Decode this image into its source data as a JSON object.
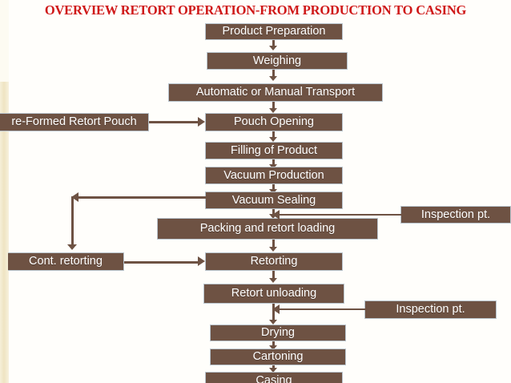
{
  "page": {
    "title": "OVERVIEW RETORT OPERATION-FROM PRODUCTION TO CASING",
    "title_color": "#cf1818",
    "box_fill": "#6e5243",
    "box_border": "#b9c4cc",
    "box_text_color": "#ffffff",
    "connector_color": "#6e5243",
    "canvas_background": "#fffefb",
    "left_band_color": "#efe4c2"
  },
  "flow": {
    "main_steps": [
      {
        "id": "product-preparation",
        "label": "Product Preparation"
      },
      {
        "id": "weighing",
        "label": "Weighing"
      },
      {
        "id": "automatic-or-manual-transport",
        "label": "Automatic or Manual Transport"
      },
      {
        "id": "pouch-opening",
        "label": "Pouch Opening"
      },
      {
        "id": "filling-of-product",
        "label": "Filling of Product"
      },
      {
        "id": "vacuum-production",
        "label": "Vacuum Production"
      },
      {
        "id": "vacuum-sealing",
        "label": "Vacuum Sealing"
      },
      {
        "id": "packing-and-retort-loading",
        "label": "Packing and retort loading"
      },
      {
        "id": "retorting",
        "label": "Retorting"
      },
      {
        "id": "retort-unloading",
        "label": "Retort unloading"
      },
      {
        "id": "drying",
        "label": "Drying"
      },
      {
        "id": "cartoning",
        "label": "Cartoning"
      },
      {
        "id": "casing",
        "label": "Casing"
      }
    ],
    "side_inputs": [
      {
        "id": "pre-formed-retort-pouch",
        "label": "re-Formed Retort Pouch",
        "target": "pouch-opening",
        "side": "left",
        "clipped": true
      },
      {
        "id": "cont-retorting",
        "label": "Cont. retorting",
        "target": "retorting",
        "side": "left",
        "clipped": true
      },
      {
        "id": "inspection-pt-sealing",
        "label": "Inspection pt.",
        "target": "vacuum-sealing",
        "side": "right",
        "clipped": false
      },
      {
        "id": "inspection-pt-unloading",
        "label": "Inspection pt.",
        "target": "retort-unloading",
        "side": "right",
        "clipped": false
      }
    ],
    "feedback_loop": {
      "id": "vacuum-sealing-to-cont-retorting",
      "from": "vacuum-sealing",
      "to": "cont-retorting",
      "direction": "left-then-down"
    }
  }
}
